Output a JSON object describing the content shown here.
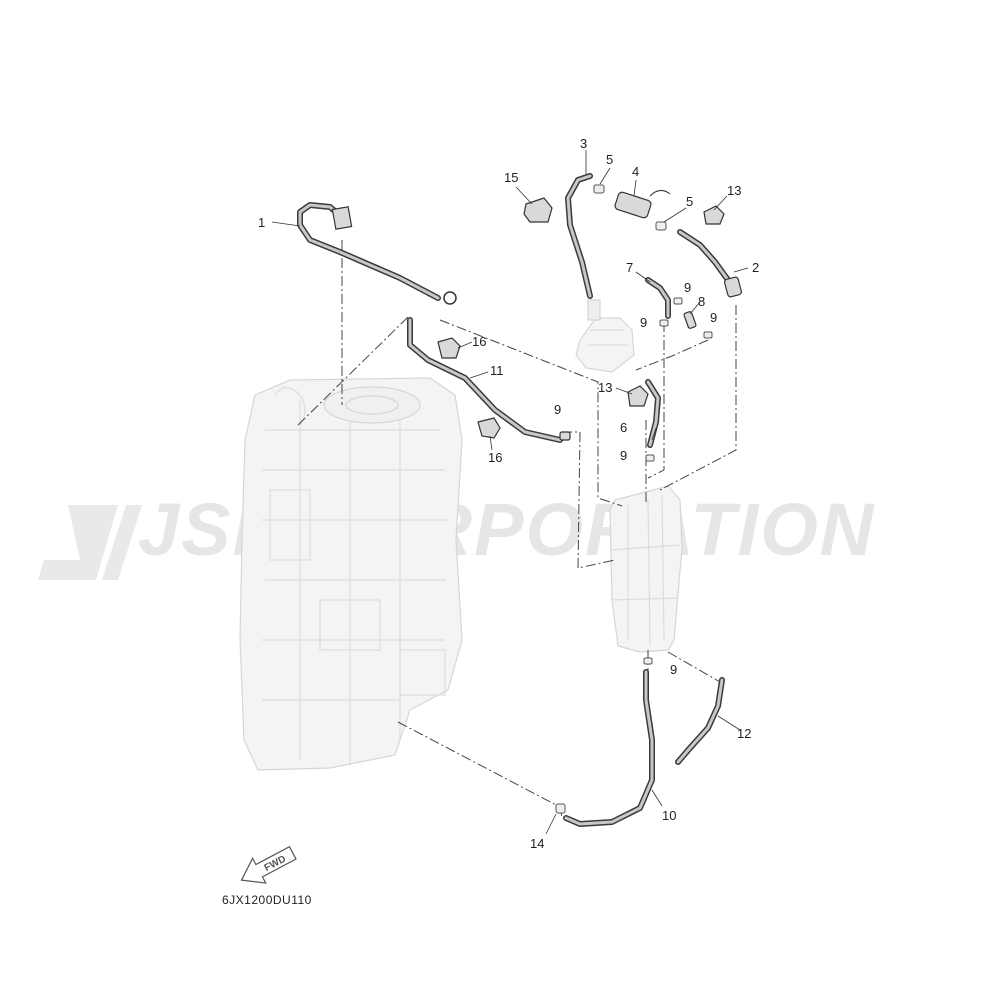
{
  "watermark": {
    "text": "JSP CORPORATION"
  },
  "diagram_code": "6JX1200DU110",
  "fwd_label": "FWD",
  "callouts": [
    {
      "key": "c1",
      "number": "1"
    },
    {
      "key": "c2",
      "number": "2"
    },
    {
      "key": "c3",
      "number": "3"
    },
    {
      "key": "c4",
      "number": "4"
    },
    {
      "key": "c5a",
      "number": "5"
    },
    {
      "key": "c5b",
      "number": "5"
    },
    {
      "key": "c6",
      "number": "6"
    },
    {
      "key": "c7",
      "number": "7"
    },
    {
      "key": "c8",
      "number": "8"
    },
    {
      "key": "c9a",
      "number": "9"
    },
    {
      "key": "c9b",
      "number": "9"
    },
    {
      "key": "c9c",
      "number": "9"
    },
    {
      "key": "c9d",
      "number": "9"
    },
    {
      "key": "c9e",
      "number": "9"
    },
    {
      "key": "c9f",
      "number": "9"
    },
    {
      "key": "c10",
      "number": "10"
    },
    {
      "key": "c11",
      "number": "11"
    },
    {
      "key": "c12",
      "number": "12"
    },
    {
      "key": "c13a",
      "number": "13"
    },
    {
      "key": "c13b",
      "number": "13"
    },
    {
      "key": "c14",
      "number": "14"
    },
    {
      "key": "c15",
      "number": "15"
    },
    {
      "key": "c16a",
      "number": "16"
    },
    {
      "key": "c16b",
      "number": "16"
    }
  ]
}
